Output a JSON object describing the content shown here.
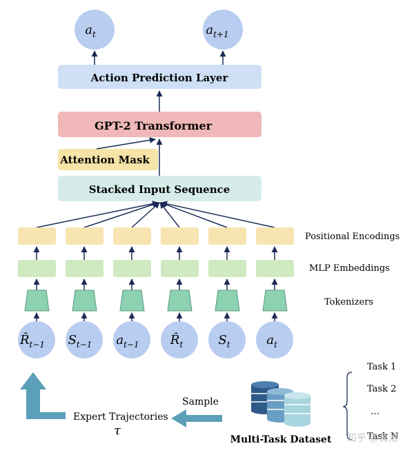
{
  "outputs": {
    "a_t": {
      "base": "a",
      "sub": "t"
    },
    "a_t1": {
      "base": "a",
      "sub": "t+1"
    }
  },
  "layers": {
    "action_prediction": "Action Prediction Layer",
    "gpt2": "GPT-2 Transformer",
    "attention_mask": "Attention Mask",
    "stacked_input": "Stacked Input Sequence"
  },
  "side_labels": {
    "positional": "Positional Encodings",
    "mlp": "MLP  Embeddings",
    "tokenizers": "Tokenizers"
  },
  "inputs": [
    {
      "base": "R̂",
      "sub": "t−1"
    },
    {
      "base": "S",
      "sub": "t−1"
    },
    {
      "base": "a",
      "sub": "t−1"
    },
    {
      "base": "R̂",
      "sub": "t"
    },
    {
      "base": "S",
      "sub": "t"
    },
    {
      "base": "a",
      "sub": "t"
    }
  ],
  "bottom": {
    "expert": "Expert Trajectories",
    "tau": "τ",
    "sample": "Sample",
    "dataset": "Multi-Task Dataset",
    "tasks": [
      "Task 1",
      "Task 2",
      "…",
      "Task N"
    ],
    "watermark": "知乎 @黄洛"
  },
  "colors": {
    "circle": "#b9cdf0",
    "action_layer": "#cfe0f5",
    "gpt2": "#f0b8b8",
    "attention": "#f5e3a8",
    "stacked": "#d5ece8",
    "positional": "#f7e4b0",
    "mlp": "#cfe9c0",
    "tokenizer": "#8cd1b0",
    "arrow": "#1a2a55",
    "big_arrow": "#5b9fb8",
    "db_dark": "#2e5a8a",
    "db_mid": "#6b9ec4",
    "db_light": "#a8d4de"
  }
}
